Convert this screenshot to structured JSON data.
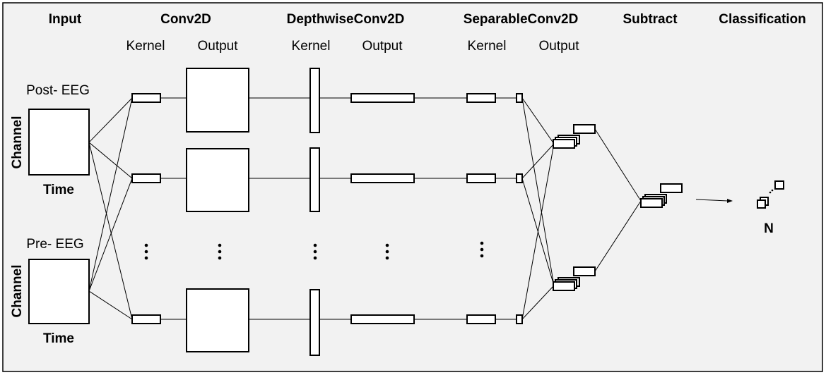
{
  "headers": {
    "input": "Input",
    "conv2d": "Conv2D",
    "depthwise": "DepthwiseConv2D",
    "separable": "SeparableConv2D",
    "subtract": "Subtract",
    "classification": "Classification"
  },
  "subheaders": {
    "conv_kernel": "Kernel",
    "conv_output": "Output",
    "depth_kernel": "Kernel",
    "depth_output": "Output",
    "sep_kernel": "Kernel",
    "sep_output": "Output"
  },
  "inputs": {
    "post_label": "Post- EEG",
    "pre_label": "Pre- EEG",
    "channel_axis": "Channel",
    "time_axis": "Time"
  },
  "classification": {
    "n_label": "N"
  },
  "colors": {
    "background": "#f2f2f2",
    "stroke": "#000000",
    "box_fill": "#ffffff"
  }
}
